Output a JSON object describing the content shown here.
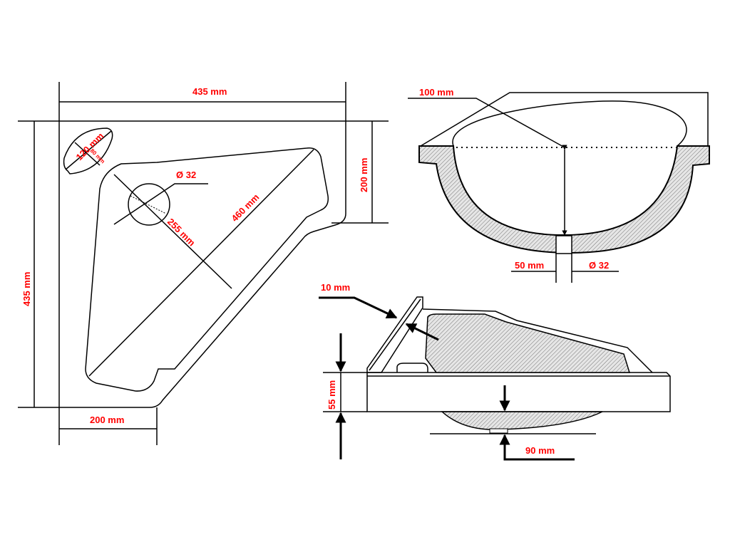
{
  "top_view": {
    "width_label": "435 mm",
    "height_label": "435 mm",
    "side_right_label": "200 mm",
    "side_bottom_label": "200 mm",
    "diagonal_label": "460 mm",
    "depth_label": "255 mm",
    "drain_label": "Ø 32",
    "soap_length_label": "120 mm",
    "soap_width_label": "80 mm"
  },
  "section_view": {
    "depth_label": "100 mm",
    "drain_width_label": "50 mm",
    "drain_diameter_label": "Ø 32"
  },
  "side_view": {
    "rim_label": "10 mm",
    "thickness_label": "55 mm",
    "below_label": "90 mm"
  },
  "colors": {
    "label": "#ff0000",
    "line": "#000000"
  }
}
